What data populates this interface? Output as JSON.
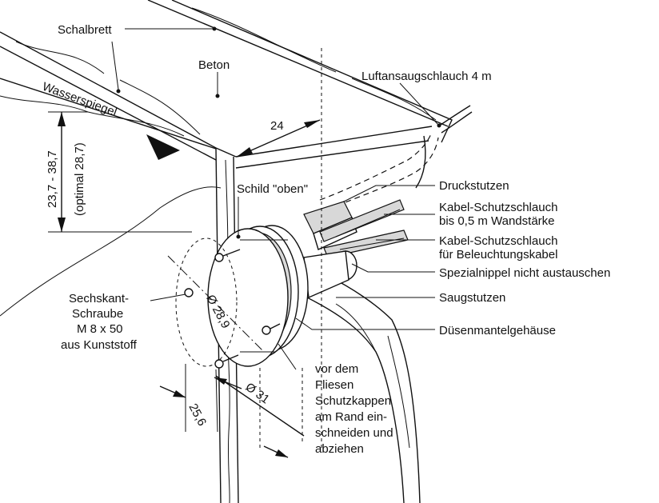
{
  "labels": {
    "schalbrett": "Schalbrett",
    "beton": "Beton",
    "luftansaug": "Luftansaugschlauch 4 m",
    "wasserspiegel": "Wasserspiegel",
    "dim24": "24",
    "dim_range": "23,7 - 38,7",
    "dim_optimal": "(optimal 28,7)",
    "schild": "Schild \"oben\"",
    "druckstutzen": "Druckstutzen",
    "kabel1_l1": "Kabel-Schutzschlauch",
    "kabel1_l2": "bis 0,5 m Wandstärke",
    "kabel2_l1": "Kabel-Schutzschlauch",
    "kabel2_l2": "für Beleuchtungskabel",
    "spezialnippel": "Spezialnippel nicht austauschen",
    "saugstutzen": "Saugstutzen",
    "duesen": "Düsenmantelgehäuse",
    "schraube_l1": "Sechskant-",
    "schraube_l2": "Schraube",
    "schraube_l3": "M 8 x 50",
    "schraube_l4": "aus Kunststoff",
    "d289": "Ø 28,9",
    "d31": "Ø 31",
    "dim256": "25,6",
    "note_l1": "vor dem",
    "note_l2": "Fliesen",
    "note_l3": "Schutzkappen",
    "note_l4": "am Rand ein-",
    "note_l5": "schneiden und",
    "note_l6": "abziehen"
  }
}
